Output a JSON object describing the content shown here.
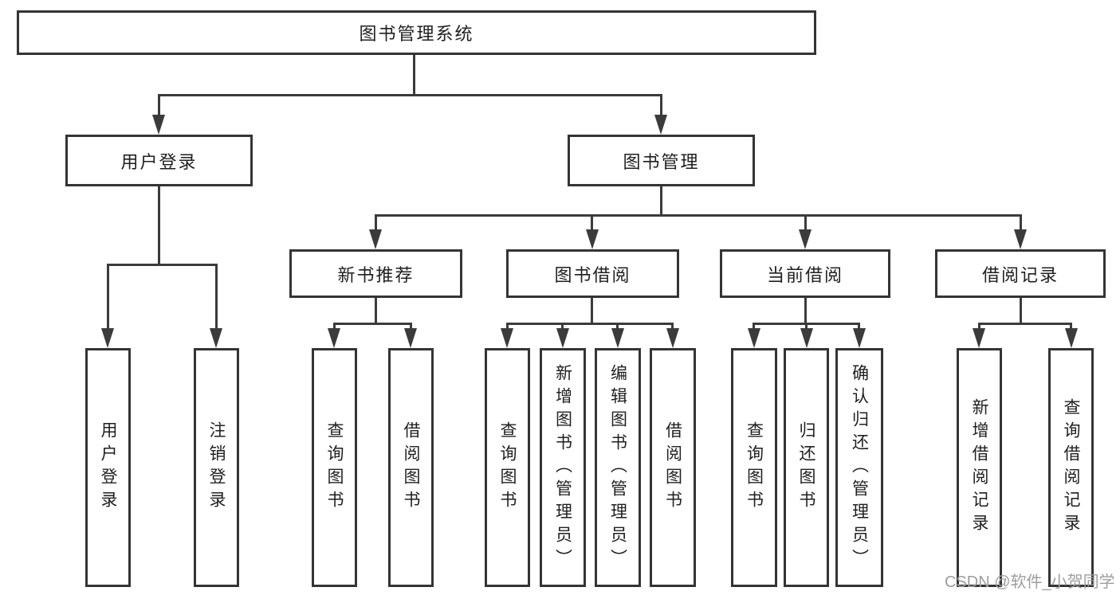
{
  "root": {
    "label": "图书管理系统"
  },
  "level2": [
    {
      "label": "用户登录",
      "children": [
        {
          "label": "用户登录"
        },
        {
          "label": "注销登录"
        }
      ]
    },
    {
      "label": "图书管理"
    }
  ],
  "level3": [
    {
      "label": "新书推荐",
      "children": [
        {
          "label": "查询图书"
        },
        {
          "label": "借阅图书"
        }
      ]
    },
    {
      "label": "图书借阅",
      "children": [
        {
          "label": "查询图书"
        },
        {
          "label": "新增图书（管理员）"
        },
        {
          "label": "编辑图书（管理员）"
        },
        {
          "label": "借阅图书"
        }
      ]
    },
    {
      "label": "当前借阅",
      "children": [
        {
          "label": "查询图书"
        },
        {
          "label": "归还图书"
        },
        {
          "label": "确认归还（管理员）"
        }
      ]
    },
    {
      "label": "借阅记录",
      "children": [
        {
          "label": "新增借阅记录"
        },
        {
          "label": "查询借阅记录"
        }
      ]
    }
  ],
  "watermark": {
    "text": "CSDN @软件_小贺同学"
  },
  "colors": {
    "line": "#3b3b3b",
    "border": "#343434",
    "text": "#1f1f1f",
    "bg": "#ffffff",
    "watermark": "#9e9e9e"
  }
}
